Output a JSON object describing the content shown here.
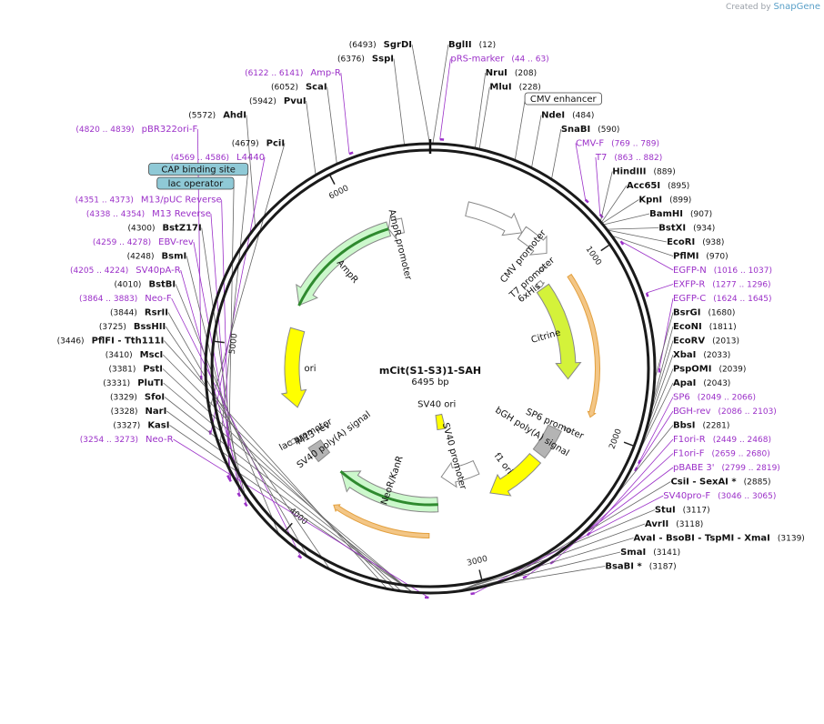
{
  "brand": {
    "prefix": "Created by",
    "name": "SnapGene"
  },
  "plasmid": {
    "name": "mCit(S1-S3)1-SAH",
    "length_label": "6495 bp",
    "length_bp": 6495
  },
  "colors": {
    "primer": "#9b30c8",
    "enzyme": "#111111",
    "tick": "#444444",
    "feature_outline": "#888888"
  },
  "ticks": [
    {
      "bp": 1000,
      "label": "1000"
    },
    {
      "bp": 2000,
      "label": "2000"
    },
    {
      "bp": 3000,
      "label": "3000"
    },
    {
      "bp": 4000,
      "label": "4000"
    },
    {
      "bp": 5000,
      "label": "5000"
    },
    {
      "bp": 6000,
      "label": "6000"
    }
  ],
  "features": [
    {
      "name": "CMV enhancer (ring)",
      "label": "",
      "start": 235,
      "end": 614,
      "r": 180,
      "w": 16,
      "fill": "#ffffff",
      "stroke": "#888888",
      "dir": 1,
      "hl": false
    },
    {
      "name": "CMV promoter",
      "label": "CMV promoter",
      "start": 615,
      "end": 818,
      "r": 180,
      "w": 16,
      "fill": "#ffffff",
      "stroke": "#888888",
      "dir": 1,
      "hl": false
    },
    {
      "name": "T7 promoter",
      "label": "T7 promoter",
      "start": 863,
      "end": 881,
      "r": 165,
      "w": 6,
      "fill": "#ffffff",
      "stroke": "#888888",
      "dir": 1,
      "hl": false
    },
    {
      "name": "6xHis",
      "label": "6xHis",
      "start": 930,
      "end": 970,
      "r": 152,
      "w": 6,
      "fill": "#ffffff",
      "stroke": "#888888",
      "dir": 1,
      "hl": false
    },
    {
      "name": "Citrine",
      "label": "Citrine",
      "start": 985,
      "end": 1703,
      "r": 152,
      "w": 16,
      "fill": "#d4f23a",
      "stroke": "#888888",
      "dir": 1,
      "hl": false
    },
    {
      "name": "EGFP orange highlight",
      "label": "",
      "start": 1016,
      "end": 1930,
      "r": 184,
      "w": 5,
      "fill": "#f2c07a",
      "stroke": "#e0962a",
      "dir": 1,
      "hl": true
    },
    {
      "name": "SP6 promoter",
      "label": "SP6 promoter",
      "start": 2049,
      "end": 2066,
      "r": 165,
      "w": 6,
      "fill": "#ffffff",
      "stroke": "#888888",
      "dir": -1,
      "hl": false
    },
    {
      "name": "bGH poly(A) signal",
      "label": "bGH poly(A) signal",
      "start": 2086,
      "end": 2310,
      "r": 152,
      "w": 16,
      "fill": "#b4b4b4",
      "stroke": "#888888",
      "dir": 0,
      "hl": false
    },
    {
      "name": "f1 ori",
      "label": "f1 ori",
      "start": 2356,
      "end": 2784,
      "r": 152,
      "w": 16,
      "fill": "#ffff00",
      "stroke": "#888888",
      "dir": 1,
      "hl": false
    },
    {
      "name": "SV40 promoter",
      "label": "SV40 promoter",
      "start": 2798,
      "end": 3142,
      "r": 120,
      "w": 16,
      "fill": "#ffffff",
      "stroke": "#888888",
      "dir": 1,
      "hl": false
    },
    {
      "name": "SV40 ori",
      "label": "SV40 ori",
      "start": 2992,
      "end": 3127,
      "r": 60,
      "w": 16,
      "fill": "#ffff00",
      "stroke": "#888888",
      "dir": 0,
      "hl": false
    },
    {
      "name": "NeoR/KanR",
      "label": "NeoR/KanR",
      "start": 3190,
      "end": 3984,
      "r": 150,
      "w": 16,
      "fill": "#ccf8cc",
      "stroke": "#888888",
      "dir": 1,
      "hl": false
    },
    {
      "name": "NeoR green line",
      "label": "",
      "start": 3190,
      "end": 3984,
      "r": 150,
      "w": 2,
      "fill": "#2f8a2f",
      "stroke": "#2f8a2f",
      "dir": 0,
      "hl": false
    },
    {
      "name": "Neo orange highlight",
      "label": "",
      "start": 3254,
      "end": 3883,
      "r": 184,
      "w": 5,
      "fill": "#f2c07a",
      "stroke": "#e0962a",
      "dir": 1,
      "hl": true
    },
    {
      "name": "SV40 poly(A) signal",
      "label": "SV40 poly(A) signal",
      "start": 4152,
      "end": 4273,
      "r": 152,
      "w": 16,
      "fill": "#b4b4b4",
      "stroke": "#888888",
      "dir": 0,
      "hl": false
    },
    {
      "name": "lac promoter",
      "label": "lac promoter",
      "start": 4351,
      "end": 4381,
      "r": 170,
      "w": 6,
      "fill": "#ffffff",
      "stroke": "#888888",
      "dir": 1,
      "hl": false
    },
    {
      "name": "M13 rev",
      "label": "M13 rev",
      "start": 4338,
      "end": 4354,
      "r": 162,
      "w": 6,
      "fill": "#ffffff",
      "stroke": "#888888",
      "dir": -1,
      "hl": false
    },
    {
      "name": "ori",
      "label": "ori",
      "start": 4576,
      "end": 5164,
      "r": 152,
      "w": 16,
      "fill": "#ffff00",
      "stroke": "#888888",
      "dir": -1,
      "hl": false
    },
    {
      "name": "AmpR",
      "label": "AmpR",
      "start": 5335,
      "end": 6195,
      "r": 160,
      "w": 16,
      "fill": "#ccf8cc",
      "stroke": "#888888",
      "dir": -1,
      "hl": false
    },
    {
      "name": "AmpR green line",
      "label": "",
      "start": 5335,
      "end": 6195,
      "r": 160,
      "w": 2,
      "fill": "#2f8a2f",
      "stroke": "#2f8a2f",
      "dir": 0,
      "hl": false
    },
    {
      "name": "AmpR promoter",
      "label": "AmpR promoter",
      "start": 6196,
      "end": 6300,
      "r": 160,
      "w": 16,
      "fill": "#ffffff",
      "stroke": "#888888",
      "dir": -1,
      "hl": false
    }
  ],
  "inner_labels": [
    {
      "text": "CMV promoter"
    },
    {
      "text": "T7 promoter"
    },
    {
      "text": "6xHis"
    },
    {
      "text": "Citrine"
    },
    {
      "text": "SP6 promoter"
    },
    {
      "text": "bGH poly(A) signal"
    },
    {
      "text": "f1 ori"
    },
    {
      "text": "SV40 promoter"
    },
    {
      "text": "SV40 ori"
    },
    {
      "text": "NeoR/KanR"
    },
    {
      "text": "SV40 poly(A) signal"
    },
    {
      "text": "M13 rev"
    },
    {
      "text": "lac promoter"
    },
    {
      "text": "ori"
    },
    {
      "text": "AmpR"
    },
    {
      "text": "AmpR promoter"
    }
  ],
  "labels": [
    {
      "kind": "enzyme",
      "side": "L",
      "bp": 6493,
      "name": "SgrDI",
      "pos": "(6493)"
    },
    {
      "kind": "enzyme",
      "side": "R",
      "bp": 12,
      "name": "BglII",
      "pos": "(12)"
    },
    {
      "kind": "primer",
      "side": "R",
      "bp": 44,
      "name": "pRS-marker",
      "pos": "(44 .. 63)"
    },
    {
      "kind": "enzyme",
      "side": "L",
      "bp": 6376,
      "name": "SspI",
      "pos": "(6376)"
    },
    {
      "kind": "enzyme",
      "side": "R",
      "bp": 208,
      "name": "NruI",
      "pos": "(208)"
    },
    {
      "kind": "enzyme",
      "side": "R",
      "bp": 228,
      "name": "MluI",
      "pos": "(228)"
    },
    {
      "kind": "primer",
      "side": "L",
      "bp": 6122,
      "name": "Amp-R",
      "pos": "(6122 .. 6141)"
    },
    {
      "kind": "box",
      "side": "R",
      "bp": 400,
      "name": "CMV enhancer",
      "pos": "",
      "fill": "#ffffff"
    },
    {
      "kind": "enzyme",
      "side": "L",
      "bp": 6052,
      "name": "ScaI",
      "pos": "(6052)"
    },
    {
      "kind": "enzyme",
      "side": "L",
      "bp": 5942,
      "name": "PvuI",
      "pos": "(5942)"
    },
    {
      "kind": "enzyme",
      "side": "R",
      "bp": 484,
      "name": "NdeI",
      "pos": "(484)"
    },
    {
      "kind": "enzyme",
      "side": "R",
      "bp": 590,
      "name": "SnaBI",
      "pos": "(590)"
    },
    {
      "kind": "primer",
      "side": "R",
      "bp": 769,
      "name": "CMV-F",
      "pos": "(769 .. 789)"
    },
    {
      "kind": "primer",
      "side": "R",
      "bp": 863,
      "name": "T7",
      "pos": "(863 .. 882)"
    },
    {
      "kind": "enzyme",
      "side": "R",
      "bp": 889,
      "name": "HindIII",
      "pos": "(889)"
    },
    {
      "kind": "enzyme",
      "side": "R",
      "bp": 895,
      "name": "Acc65I",
      "pos": "(895)"
    },
    {
      "kind": "enzyme",
      "side": "R",
      "bp": 899,
      "name": "KpnI",
      "pos": "(899)"
    },
    {
      "kind": "enzyme",
      "side": "L",
      "bp": 5572,
      "name": "AhdI",
      "pos": "(5572)"
    },
    {
      "kind": "enzyme",
      "side": "R",
      "bp": 907,
      "name": "BamHI",
      "pos": "(907)"
    },
    {
      "kind": "enzyme",
      "side": "R",
      "bp": 934,
      "name": "BstXI",
      "pos": "(934)"
    },
    {
      "kind": "enzyme",
      "side": "R",
      "bp": 938,
      "name": "EcoRI",
      "pos": "(938)"
    },
    {
      "kind": "enzyme",
      "side": "R",
      "bp": 970,
      "name": "PflMI",
      "pos": "(970)"
    },
    {
      "kind": "primer",
      "side": "R",
      "bp": 1016,
      "name": "EGFP-N",
      "pos": "(1016 .. 1037)"
    },
    {
      "kind": "primer",
      "side": "R",
      "bp": 1277,
      "name": "EXFP-R",
      "pos": "(1277 .. 1296)"
    },
    {
      "kind": "primer",
      "side": "R",
      "bp": 1624,
      "name": "EGFP-C",
      "pos": "(1624 .. 1645)"
    },
    {
      "kind": "primer",
      "side": "L",
      "bp": 4820,
      "name": "pBR322ori-F",
      "pos": "(4820 .. 4839)"
    },
    {
      "kind": "enzyme",
      "side": "R",
      "bp": 1680,
      "name": "BsrGI",
      "pos": "(1680)"
    },
    {
      "kind": "enzyme",
      "side": "L",
      "bp": 4679,
      "name": "PciI",
      "pos": "(4679)"
    },
    {
      "kind": "primer",
      "side": "L",
      "bp": 4569,
      "name": "L4440",
      "pos": "(4569 .. 4586)"
    },
    {
      "kind": "enzyme",
      "side": "R",
      "bp": 1811,
      "name": "EcoNI",
      "pos": "(1811)"
    },
    {
      "kind": "box",
      "side": "L",
      "bp": 4500,
      "name": "CAP binding site",
      "pos": "",
      "fill": "#8fc9d6"
    },
    {
      "kind": "primer",
      "side": "L",
      "bp": 4351,
      "name": "M13/pUC Reverse",
      "pos": "(4351 .. 4373)"
    },
    {
      "kind": "enzyme",
      "side": "R",
      "bp": 2013,
      "name": "EcoRV",
      "pos": "(2013)"
    },
    {
      "kind": "box",
      "side": "L",
      "bp": 4400,
      "name": "lac operator",
      "pos": "",
      "fill": "#8fc9d6"
    },
    {
      "kind": "enzyme",
      "side": "R",
      "bp": 2033,
      "name": "XbaI",
      "pos": "(2033)"
    },
    {
      "kind": "enzyme",
      "side": "R",
      "bp": 2039,
      "name": "PspOMI",
      "pos": "(2039)"
    },
    {
      "kind": "primer",
      "side": "L",
      "bp": 4338,
      "name": "M13 Reverse",
      "pos": "(4338 .. 4354)"
    },
    {
      "kind": "enzyme",
      "side": "R",
      "bp": 2043,
      "name": "ApaI",
      "pos": "(2043)"
    },
    {
      "kind": "enzyme",
      "side": "L",
      "bp": 4300,
      "name": "BstZ17I",
      "pos": "(4300)"
    },
    {
      "kind": "primer",
      "side": "R",
      "bp": 2049,
      "name": "SP6",
      "pos": "(2049 .. 2066)"
    },
    {
      "kind": "primer",
      "side": "L",
      "bp": 4259,
      "name": "EBV-rev",
      "pos": "(4259 .. 4278)"
    },
    {
      "kind": "primer",
      "side": "R",
      "bp": 2086,
      "name": "BGH-rev",
      "pos": "(2086 .. 2103)"
    },
    {
      "kind": "enzyme",
      "side": "L",
      "bp": 4248,
      "name": "BsmI",
      "pos": "(4248)"
    },
    {
      "kind": "enzyme",
      "side": "R",
      "bp": 2281,
      "name": "BbsI",
      "pos": "(2281)"
    },
    {
      "kind": "primer",
      "side": "L",
      "bp": 4205,
      "name": "SV40pA-R",
      "pos": "(4205 .. 4224)"
    },
    {
      "kind": "enzyme",
      "side": "L",
      "bp": 4010,
      "name": "BstBI",
      "pos": "(4010)"
    },
    {
      "kind": "primer",
      "side": "R",
      "bp": 2449,
      "name": "F1ori-R",
      "pos": "(2449 .. 2468)"
    },
    {
      "kind": "primer",
      "side": "L",
      "bp": 3864,
      "name": "Neo-F",
      "pos": "(3864 .. 3883)"
    },
    {
      "kind": "primer",
      "side": "R",
      "bp": 2659,
      "name": "F1ori-F",
      "pos": "(2659 .. 2680)"
    },
    {
      "kind": "enzyme",
      "side": "L",
      "bp": 3844,
      "name": "RsrII",
      "pos": "(3844)"
    },
    {
      "kind": "primer",
      "side": "R",
      "bp": 2799,
      "name": "pBABE 3'",
      "pos": "(2799 .. 2819)"
    },
    {
      "kind": "enzyme",
      "side": "L",
      "bp": 3725,
      "name": "BssHII",
      "pos": "(3725)"
    },
    {
      "kind": "enzyme",
      "side": "R",
      "bp": 2885,
      "name": "CsiI  - SexAI *",
      "pos": "(2885)"
    },
    {
      "kind": "enzyme",
      "side": "L",
      "bp": 3446,
      "name": "PflFI  - Tth111I",
      "pos": "(3446)"
    },
    {
      "kind": "primer",
      "side": "R",
      "bp": 3046,
      "name": "SV40pro-F",
      "pos": "(3046 .. 3065)"
    },
    {
      "kind": "enzyme",
      "side": "L",
      "bp": 3410,
      "name": "MscI",
      "pos": "(3410)"
    },
    {
      "kind": "enzyme",
      "side": "L",
      "bp": 3381,
      "name": "PstI",
      "pos": "(3381)"
    },
    {
      "kind": "enzyme",
      "side": "R",
      "bp": 3117,
      "name": "StuI",
      "pos": "(3117)"
    },
    {
      "kind": "enzyme",
      "side": "L",
      "bp": 3331,
      "name": "PluTI",
      "pos": "(3331)"
    },
    {
      "kind": "enzyme",
      "side": "R",
      "bp": 3118,
      "name": "AvrII",
      "pos": "(3118)"
    },
    {
      "kind": "enzyme",
      "side": "L",
      "bp": 3329,
      "name": "SfoI",
      "pos": "(3329)"
    },
    {
      "kind": "enzyme",
      "side": "R",
      "bp": 3139,
      "name": "AvaI  - BsoBI  - TspMI  - XmaI",
      "pos": "(3139)"
    },
    {
      "kind": "enzyme",
      "side": "L",
      "bp": 3328,
      "name": "NarI",
      "pos": "(3328)"
    },
    {
      "kind": "enzyme",
      "side": "R",
      "bp": 3141,
      "name": "SmaI",
      "pos": "(3141)"
    },
    {
      "kind": "enzyme",
      "side": "L",
      "bp": 3327,
      "name": "KasI",
      "pos": "(3327)"
    },
    {
      "kind": "primer",
      "side": "L",
      "bp": 3254,
      "name": "Neo-R",
      "pos": "(3254 .. 3273)"
    },
    {
      "kind": "enzyme",
      "side": "R",
      "bp": 3187,
      "name": "BsaBI *",
      "pos": "(3187)"
    }
  ]
}
